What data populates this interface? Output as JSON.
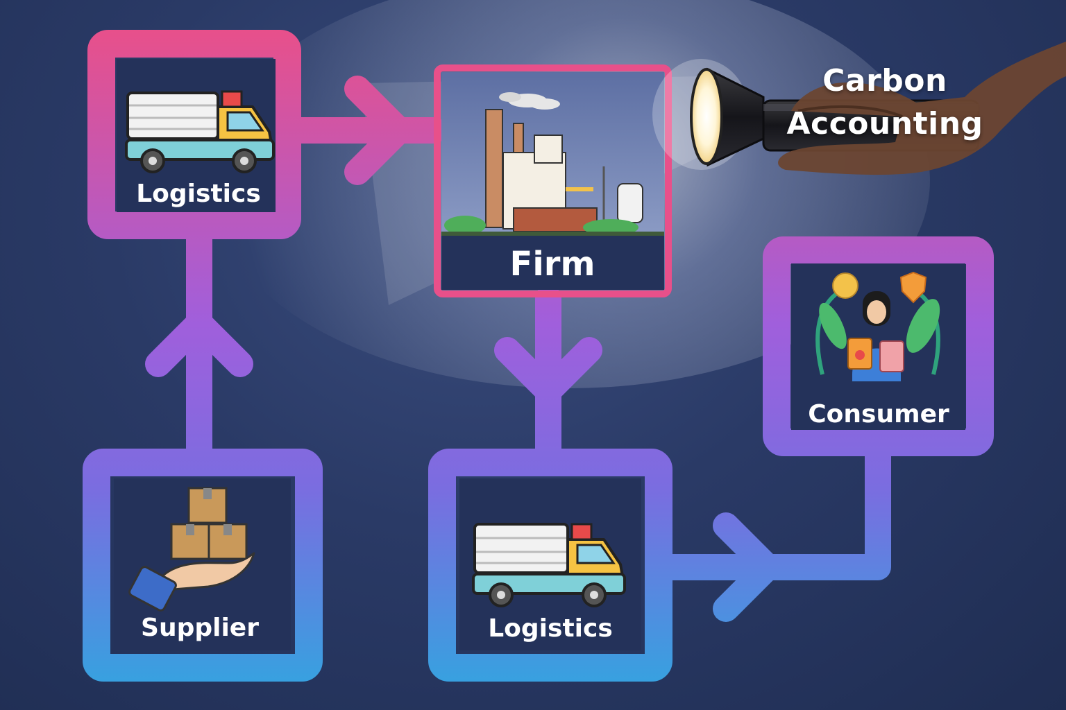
{
  "headline": {
    "line1": "Carbon",
    "line2": "Accounting"
  },
  "nodes": {
    "logistics_top": {
      "label": "Logistics",
      "icon": "delivery-truck-icon"
    },
    "firm": {
      "label": "Firm",
      "icon": "factory-icon"
    },
    "consumer": {
      "label": "Consumer",
      "icon": "shopper-woman-icon"
    },
    "supplier": {
      "label": "Supplier",
      "icon": "hand-holding-boxes-icon"
    },
    "logistics_bottom": {
      "label": "Logistics",
      "icon": "delivery-truck-icon"
    }
  },
  "colors": {
    "gradient_top": "#e8508a",
    "gradient_mid": "#9b63e0",
    "gradient_bottom": "#3aa0e0",
    "panel": "#24325a",
    "firm_border": "#e8508a",
    "text": "#ffffff"
  }
}
